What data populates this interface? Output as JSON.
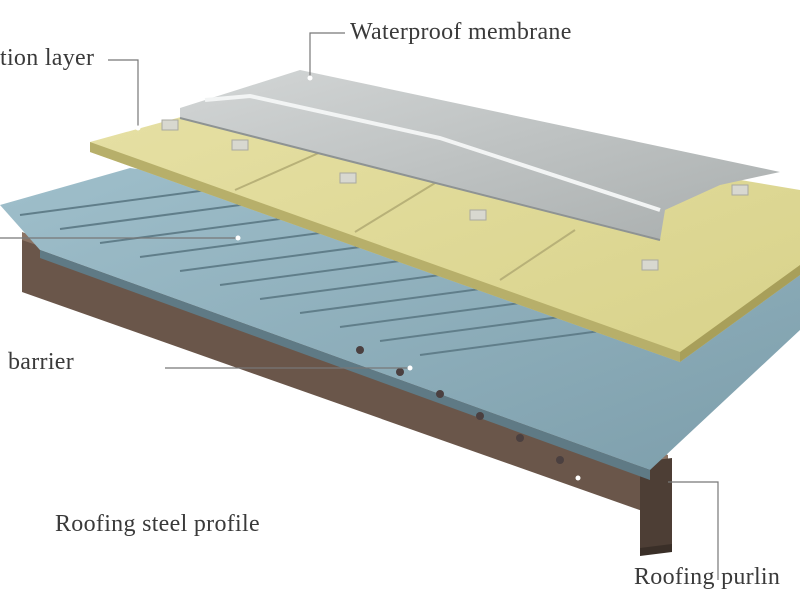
{
  "labels": {
    "waterproof_membrane": "Waterproof membrane",
    "insulation_layer": "tion layer",
    "vapour_barrier": "barrier",
    "steel_profile": "Roofing steel profile",
    "purlin": "Roofing purlin"
  },
  "colors": {
    "membrane": "#b9bdbd",
    "insulation": "#ddd793",
    "steel": "#8fb0bd",
    "purlin": "#6a564a",
    "leader": "#777777",
    "text": "#3a3a3a"
  }
}
